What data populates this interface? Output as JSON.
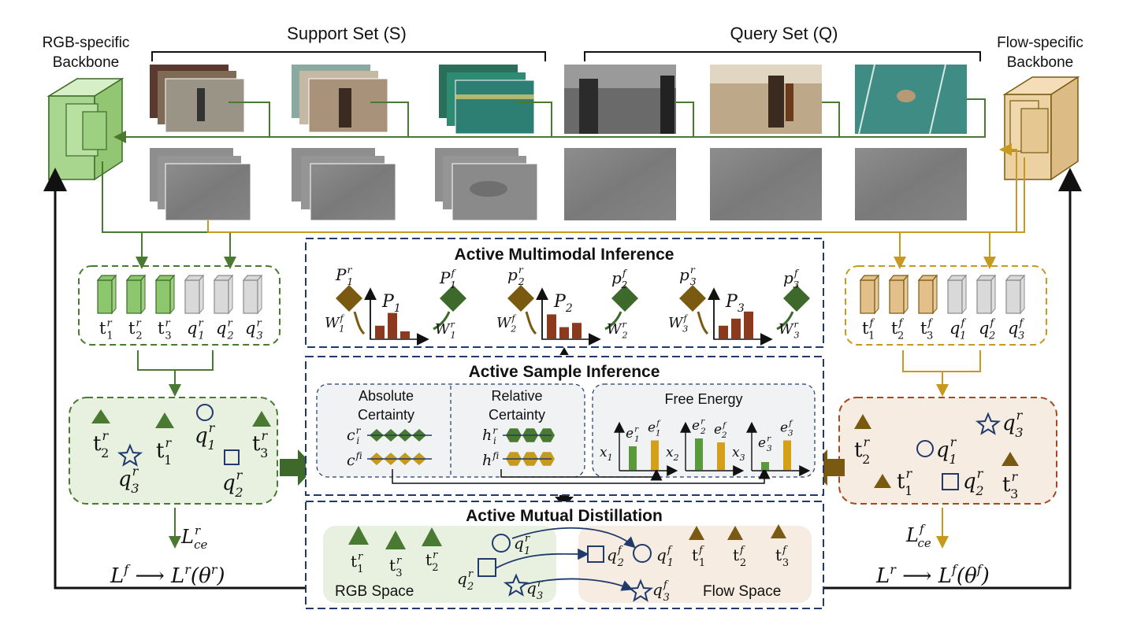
{
  "header": {
    "rgb_backbone": [
      "RGB-specific",
      "Backbone"
    ],
    "flow_backbone": [
      "Flow-specific",
      "Backbone"
    ],
    "support_set": "Support Set (S)",
    "query_set": "Query Set (Q)"
  },
  "modules": {
    "ami_title": "Active Multimodal Inference",
    "asi_title": "Active Sample Inference",
    "amd_title": "Active Mutual Distillation",
    "absolute_certainty": [
      "Absolute",
      "Certainty"
    ],
    "relative_certainty": [
      "Relative",
      "Certainty"
    ],
    "free_energy": "Free Energy",
    "rgb_space": "RGB Space",
    "flow_space": "Flow Space"
  },
  "ami_groups": [
    {
      "p_left": "P",
      "p_left_sub": "1",
      "p_left_sup": "r",
      "p_mid": "P",
      "p_mid_sub": "1",
      "p_right": "P",
      "p_right_sub": "1",
      "p_right_sup": "f",
      "w_left": "W",
      "w_left_sub": "1",
      "w_left_sup": "f",
      "w_right": "W",
      "w_right_sub": "1",
      "w_right_sup": "r",
      "bars": [
        0.45,
        0.9,
        0.25
      ]
    },
    {
      "p_left": "p",
      "p_left_sub": "2",
      "p_left_sup": "r",
      "p_mid": "P",
      "p_mid_sub": "2",
      "p_right": "p",
      "p_right_sub": "2",
      "p_right_sup": "f",
      "w_left": "W",
      "w_left_sub": "2",
      "w_left_sup": "f",
      "w_right": "W",
      "w_right_sub": "2",
      "w_right_sup": "r",
      "bars": [
        0.85,
        0.4,
        0.55
      ]
    },
    {
      "p_left": "p",
      "p_left_sub": "3",
      "p_left_sup": "r",
      "p_mid": "P",
      "p_mid_sub": "3",
      "p_right": "p",
      "p_right_sub": "3",
      "p_right_sup": "f",
      "w_left": "W",
      "w_left_sub": "3",
      "w_left_sup": "f",
      "w_right": "W",
      "w_right_sub": "3",
      "w_right_sup": "r",
      "bars": [
        0.45,
        0.7,
        0.95
      ]
    }
  ],
  "rgb_features": [
    {
      "base": "t",
      "sub": "1",
      "sup": "r"
    },
    {
      "base": "t",
      "sub": "2",
      "sup": "r"
    },
    {
      "base": "t",
      "sub": "3",
      "sup": "r"
    },
    {
      "base": "q",
      "sub": "1",
      "sup": "r"
    },
    {
      "base": "q",
      "sub": "2",
      "sup": "r"
    },
    {
      "base": "q",
      "sub": "3",
      "sup": "r"
    }
  ],
  "flow_features": [
    {
      "base": "t",
      "sub": "1",
      "sup": "f"
    },
    {
      "base": "t",
      "sub": "2",
      "sup": "f"
    },
    {
      "base": "t",
      "sub": "3",
      "sup": "f"
    },
    {
      "base": "q",
      "sub": "1",
      "sup": "f"
    },
    {
      "base": "q",
      "sub": "2",
      "sup": "f"
    },
    {
      "base": "q",
      "sub": "3",
      "sup": "f"
    }
  ],
  "losses": {
    "rgb_ce": "L",
    "rgb_ce_sup": "r",
    "rgb_ce_sub": "ce",
    "flow_ce": "L",
    "flow_ce_sup": "f",
    "flow_ce_sub": "ce",
    "rgb_eq": "L^f → L^r(θ^r)",
    "flow_eq": "L^r → L^f(θ^f)"
  },
  "certainty_labels": {
    "c_r": "c",
    "c_r_sub": "i",
    "c_r_sup": "r",
    "c_f": "c",
    "c_f_sub": "i",
    "c_f_sup": "f",
    "h_r": "h",
    "h_r_sub": "i",
    "h_r_sup": "r",
    "h_f": "h",
    "h_f_sub": "i",
    "h_f_sup": "f"
  },
  "free_energy_labels": {
    "x": [
      "x",
      "x",
      "x"
    ],
    "x_sub": [
      "1",
      "2",
      "3"
    ],
    "e": "e",
    "e_sub": [
      "1",
      "2",
      "3"
    ],
    "e_sup": [
      "r",
      "f"
    ],
    "bars": [
      [
        0.6,
        0.75
      ],
      [
        0.8,
        0.7
      ],
      [
        0.2,
        0.75
      ]
    ]
  },
  "colors": {
    "rgb": "#4a7a32",
    "rgb_light": "#7cb55a",
    "rgb_fill": "#e8f0e0",
    "flow": "#c79a1e",
    "flow_dark": "#7a5a10",
    "flow_fill": "#f6ece2",
    "navy": "#1f3a6b",
    "bar": "#8b3a1e",
    "diamond_brown": "#7a5a10",
    "diamond_green": "#3d6a2a"
  }
}
